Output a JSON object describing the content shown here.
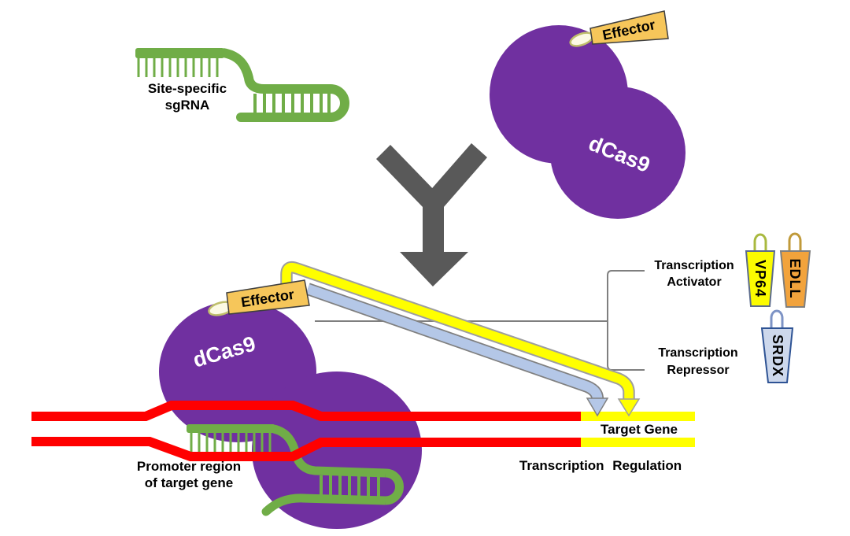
{
  "diagram": {
    "labels": {
      "sgrna_line1": "Site-specific",
      "sgrna_line2": "sgRNA",
      "dcas9": "dCas9",
      "effector": "Effector",
      "activator_line1": "Transcription",
      "activator_line2": "Activator",
      "repressor_line1": "Transcription",
      "repressor_line2": "Repressor",
      "vp64": "VP64",
      "edll": "EDLL",
      "srdx": "SRDX",
      "target_gene": "Target Gene",
      "transcription_regulation": "Transcription Regulation",
      "promoter_line1": "Promoter region",
      "promoter_line2": "of target gene"
    },
    "colors": {
      "dcas9_purple": "#7030A0",
      "sgrna_green": "#70AD47",
      "dna_red": "#FF0000",
      "gene_yellow": "#FFFF00",
      "activation_arrow_yellow": "#FFFF00",
      "repression_arrow_blue": "#B4C7E7",
      "merge_arrow_gray": "#595959",
      "effector_tag_orange": "#F6C65A",
      "vp64_yellow": "#FCFC00",
      "edll_orange": "#F2A33C",
      "srdx_blue": "#CDD8EC",
      "connector_gray": "#7F7F7F",
      "text_black": "#000000"
    }
  }
}
